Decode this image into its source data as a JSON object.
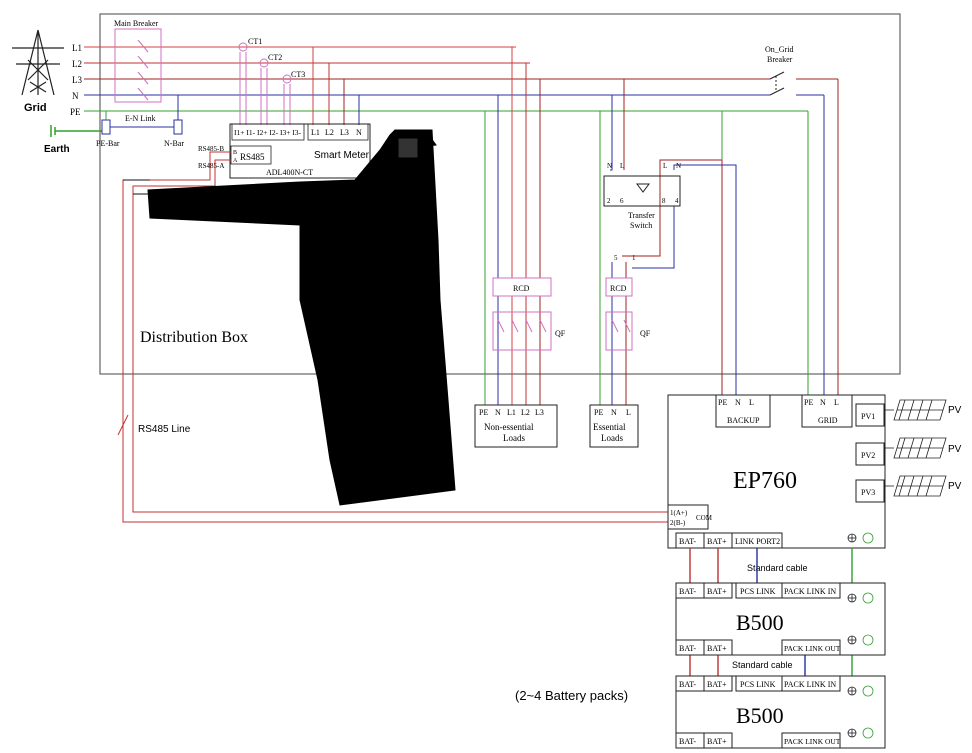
{
  "grid": {
    "label": "Grid"
  },
  "earth": {
    "label": "Earth"
  },
  "phases": {
    "l1": "L1",
    "l2": "L2",
    "l3": "L3",
    "n": "N",
    "pe": "PE"
  },
  "breakers": {
    "main": "Main Breaker",
    "on_grid_line1": "On_Grid",
    "on_grid_line2": "Breaker"
  },
  "bars": {
    "pe_bar": "PE-Bar",
    "n_bar": "N-Bar",
    "en_link": "E-N Link"
  },
  "ct": {
    "ct1": "CT1",
    "ct2": "CT2",
    "ct3": "CT3"
  },
  "smart_meter": {
    "title": "Smart Meter",
    "model": "ADL400N-CT",
    "terminals": "I1+ I1- I2+ I2- I3+ I3-",
    "voltage_terminals": [
      "L1",
      "L2",
      "L3",
      "N"
    ],
    "rs485": "RS485",
    "b": "B",
    "a": "A"
  },
  "rs485": {
    "b": "RS485-B",
    "a": "RS485-A",
    "line": "RS485 Line"
  },
  "distribution_box": {
    "label": "Distribution Box"
  },
  "transfer_switch": {
    "line1": "Transfer",
    "line2": "Switch",
    "pins": [
      "2",
      "6",
      "8",
      "4",
      "N",
      "L",
      "L",
      "N",
      "5",
      "1"
    ]
  },
  "rcd": {
    "label": "RCD"
  },
  "qf": {
    "label": "QF"
  },
  "loads": {
    "non_essential": {
      "terminals": [
        "PE",
        "N",
        "L1",
        "L2",
        "L3"
      ],
      "line1": "Non-essential",
      "line2": "Loads"
    },
    "essential": {
      "terminals": [
        "PE",
        "N",
        "L"
      ],
      "line1": "Essential",
      "line2": "Loads"
    }
  },
  "inverter": {
    "name": "EP760",
    "backup": {
      "label": "BACKUP",
      "terminals": [
        "PE",
        "N",
        "L"
      ]
    },
    "grid": {
      "label": "GRID",
      "terminals": [
        "PE",
        "N",
        "L"
      ]
    },
    "pv_ports": [
      "PV1",
      "PV2",
      "PV3"
    ],
    "com": {
      "line1": "1(A+)",
      "line2": "2(B-)",
      "label": "COM"
    },
    "bottom_ports": [
      "BAT-",
      "BAT+",
      "LINK PORT2"
    ]
  },
  "pv": {
    "label": "PV"
  },
  "standard_cable": {
    "label1": "Standard cable",
    "label2": "Standard cable"
  },
  "battery": {
    "name": "B500",
    "top_ports": [
      "BAT-",
      "BAT+",
      "PCS LINK",
      "PACK LINK IN"
    ],
    "bottom_ports": [
      "BAT-",
      "BAT+",
      "PACK LINK OUT"
    ]
  },
  "battery_packs_note": "(2~4  Battery packs)",
  "colors": {
    "l1": "#d04040",
    "l2": "#c03030",
    "l3": "#a02020",
    "n": "#2830a0",
    "pe": "#30a030",
    "rs485": "#c03030",
    "pink": "#d070c0",
    "blue": "#4050c0",
    "black": "#111111"
  }
}
